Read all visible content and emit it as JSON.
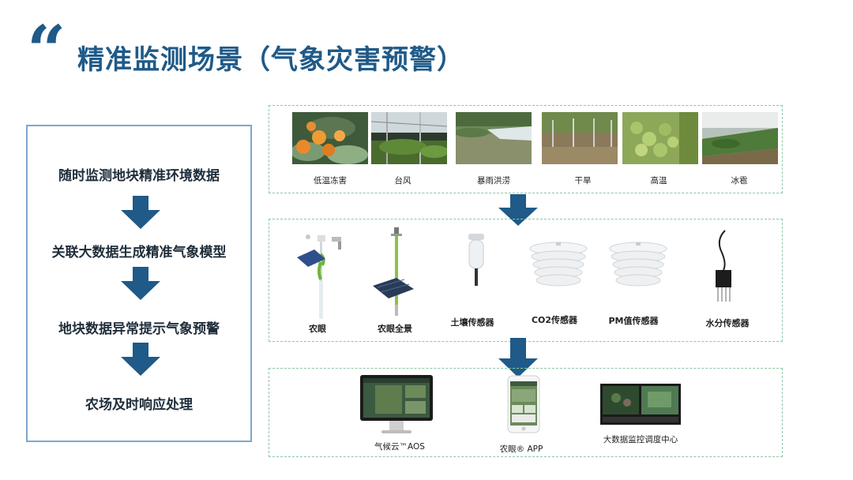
{
  "title": "精准监测场景（气象灾害预警）",
  "quote_mark": "“",
  "flow_steps": [
    "随时监测地块精准环境数据",
    "关联大数据生成精准气象模型",
    "地块数据异常提示气象预警",
    "农场及时响应处理"
  ],
  "disasters": [
    "低温冻害",
    "台风",
    "暴雨洪涝",
    "干旱",
    "高温",
    "冰雹"
  ],
  "devices": [
    "农眼",
    "农眼全景",
    "土壤传感器",
    "CO2传感器",
    "PM值传感器",
    "水分传感器"
  ],
  "platforms": [
    "气候云™AOS",
    "农眼® APP",
    "大数据监控调度中心"
  ],
  "colors": {
    "title": "#1f5a88",
    "arrow": "#1f5a88",
    "panel_border": "#8cc7a5",
    "flow_border": "#7fa6cc"
  }
}
